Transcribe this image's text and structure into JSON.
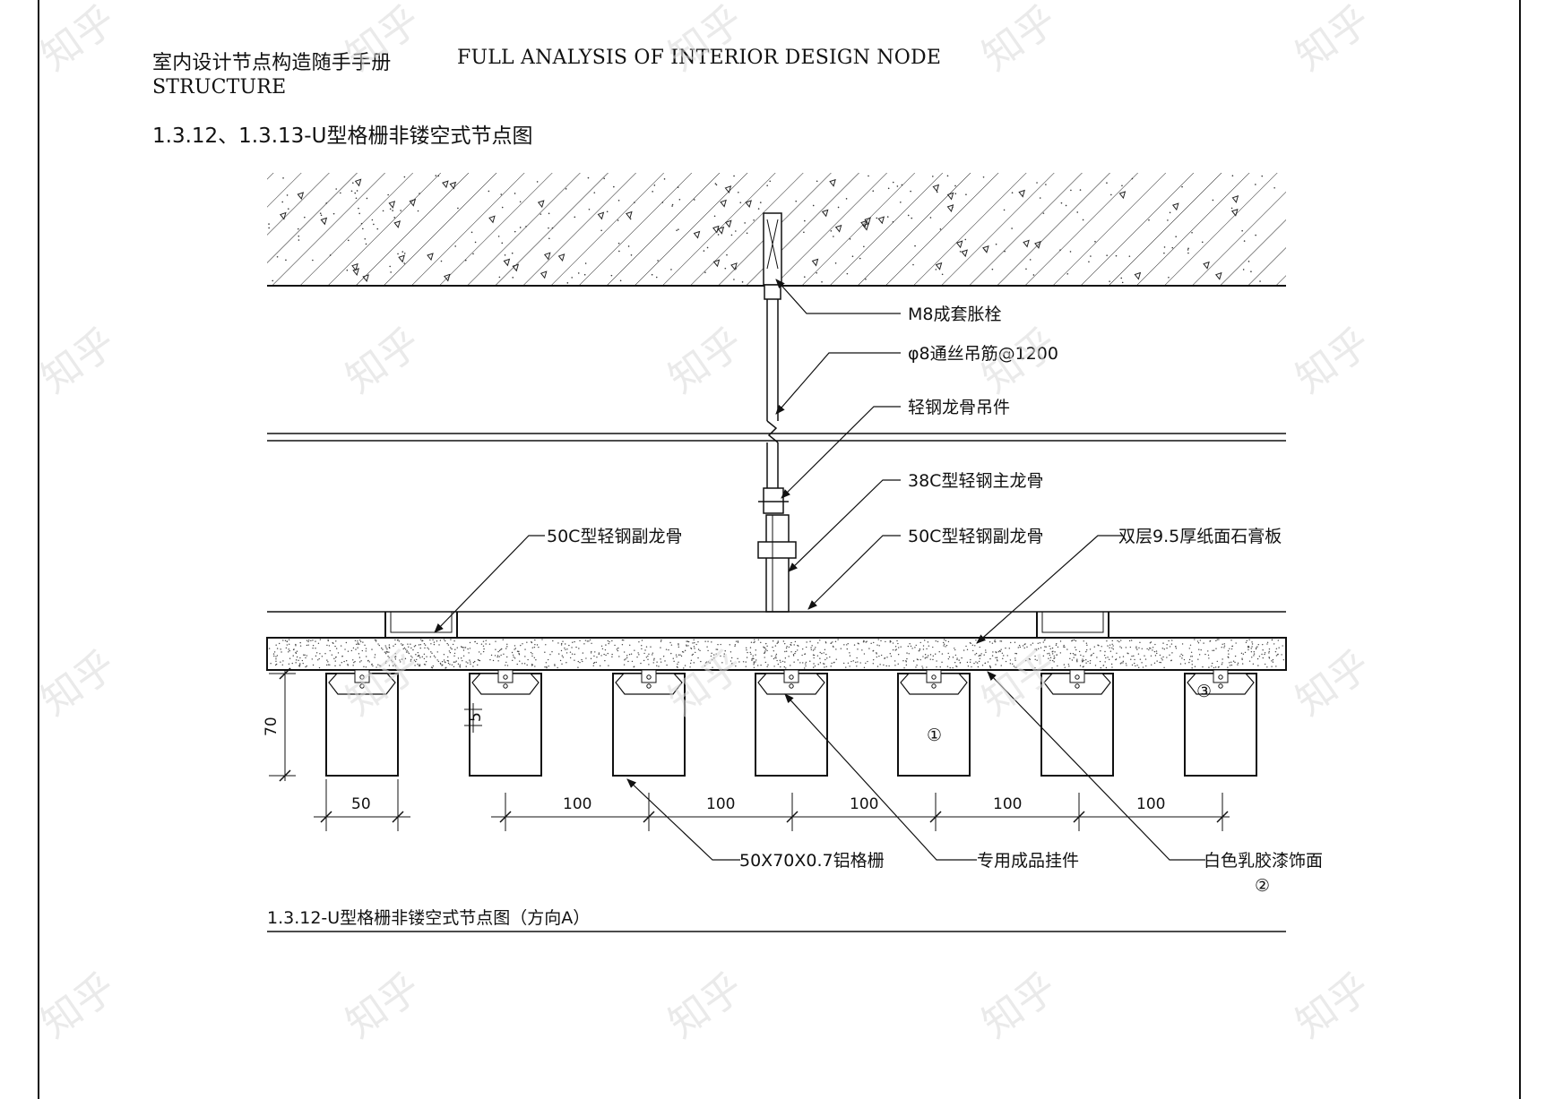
{
  "header": {
    "title_cn": "室内设计节点构造随手手册",
    "title_en": "FULL ANALYSIS OF INTERIOR DESIGN NODE",
    "title_en_line2": "STRUCTURE"
  },
  "section_title": "1.3.12、1.3.13-U型格栅非镂空式节点图",
  "labels": {
    "anchor_bolt": "M8成套胀栓",
    "hanger_rod": "φ8通丝吊筋@1200",
    "hanger_clip": "轻钢龙骨吊件",
    "main_keel": "38C型轻钢主龙骨",
    "sub_keel_left": "50C型轻钢副龙骨",
    "sub_keel_right": "50C型轻钢副龙骨",
    "gypsum_board": "双层9.5厚纸面石膏板",
    "aluminum_grille": "50X70X0.7铝格栅",
    "special_hanger": "专用成品挂件",
    "latex_paint": "白色乳胶漆饰面"
  },
  "markers": {
    "m1": "①",
    "m2": "②",
    "m3": "③"
  },
  "dimensions": {
    "height": "70",
    "small": "5",
    "width": "50",
    "spacing": [
      "100",
      "100",
      "100",
      "100",
      "100"
    ]
  },
  "caption": "1.3.12-U型格栅非镂空式节点图（方向A）",
  "watermark": "知乎"
}
